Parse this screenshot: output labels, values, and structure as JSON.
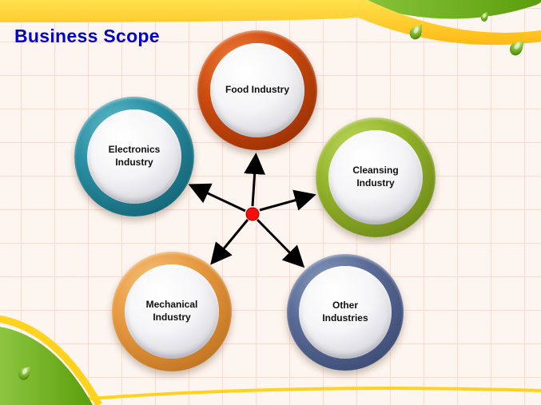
{
  "slide": {
    "title": "Business Scope",
    "title_color": "#0202C8",
    "background_color": "#FDF5EF",
    "grid_line_color": "#F5DDD5",
    "banner_yellow": "#FDB913",
    "banner_green": "#6FA80C"
  },
  "diagram": {
    "type": "radial-hub-and-spoke",
    "center_dot_color": "#F50D0D",
    "arrow_color": "#000000",
    "nodes": [
      {
        "id": "food",
        "label": "Food Industry",
        "ring_color": "#CD4B10"
      },
      {
        "id": "electronics",
        "label": "Electronics Industry",
        "ring_color": "#2A8EA2"
      },
      {
        "id": "cleansing",
        "label": "Cleansing Industry",
        "ring_color": "#94B52B"
      },
      {
        "id": "mechanical",
        "label": "Mechanical Industry",
        "ring_color": "#E79A40"
      },
      {
        "id": "other",
        "label": "Other Industries",
        "ring_color": "#5A6B96"
      }
    ]
  }
}
